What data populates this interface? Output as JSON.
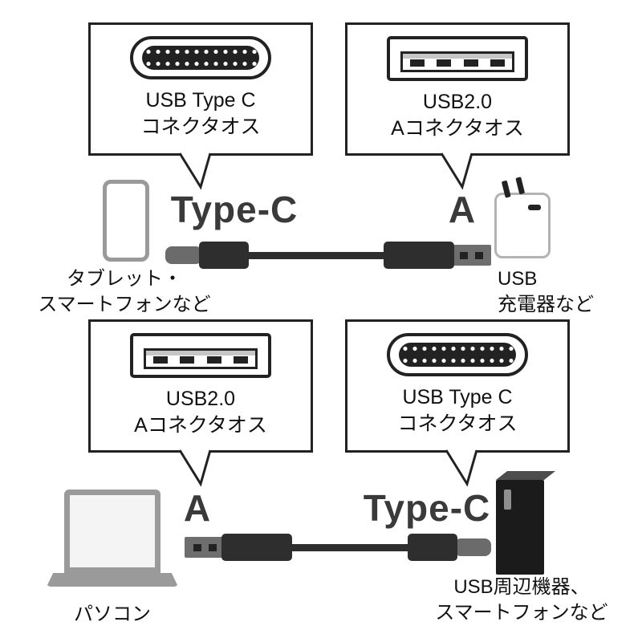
{
  "top_row": {
    "callout_left": {
      "line1": "USB Type C",
      "line2": "コネクタオス"
    },
    "callout_right": {
      "line1": "USB2.0",
      "line2": "Aコネクタオス"
    },
    "plug_left_label": "Type-C",
    "plug_right_label": "A",
    "device_left_label": "タブレット・\nスマートフォンなど",
    "device_right_label": "USB\n充電器など"
  },
  "bottom_row": {
    "callout_left": {
      "line1": "USB2.0",
      "line2": "Aコネクタオス"
    },
    "callout_right": {
      "line1": "USB Type C",
      "line2": "コネクタオス"
    },
    "plug_left_label": "A",
    "plug_right_label": "Type-C",
    "device_left_label": "パソコン",
    "device_right_label": "USB周辺機器、\nスマートフォンなど"
  }
}
